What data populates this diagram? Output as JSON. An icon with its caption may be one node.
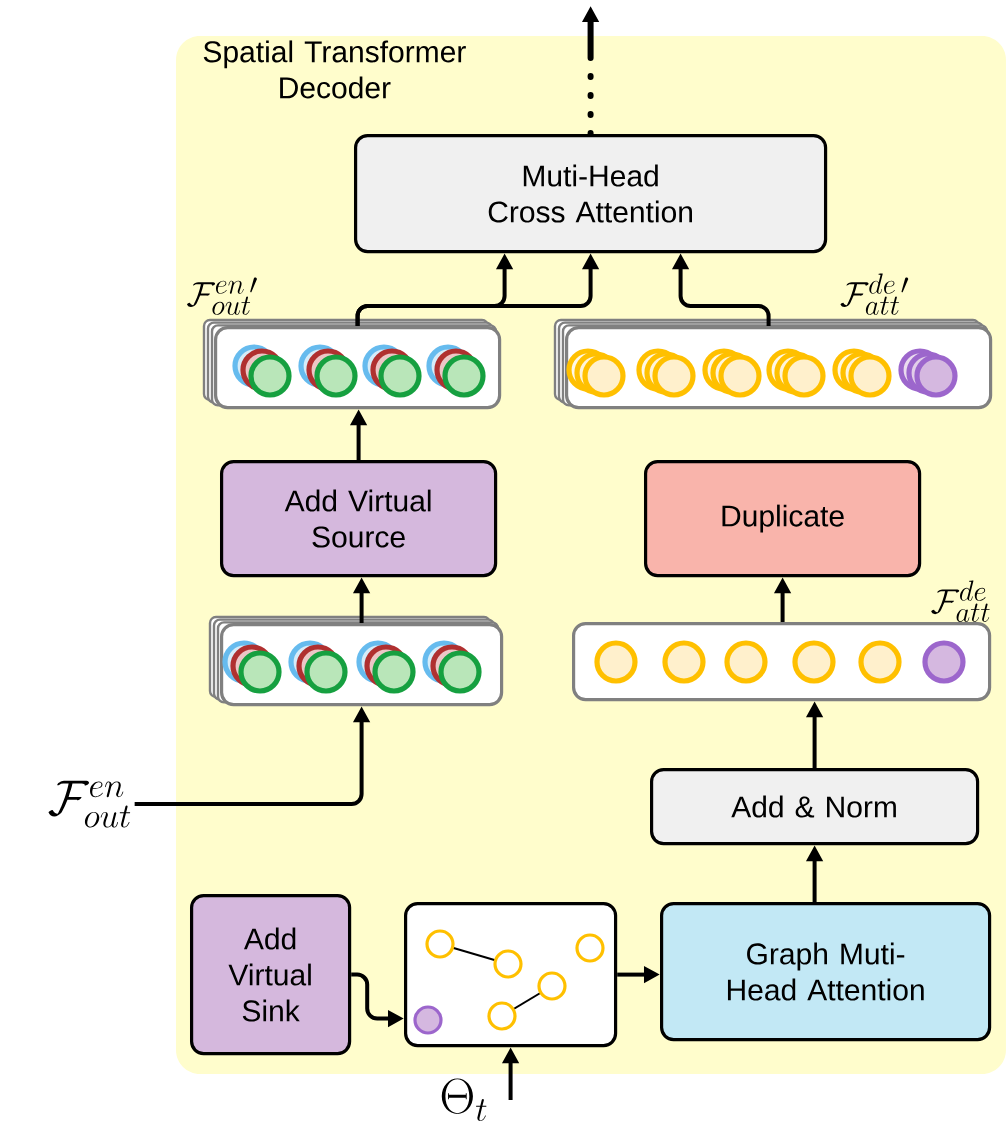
{
  "diagram": {
    "nodes": [
      {
        "text": [
          "Spatial Transformer Decoder"
        ]
      },
      {
        "text": [
          "Muti-Head Cross Attention"
        ],
        "in": 0
      },
      {
        "text": [],
        "shape": "box",
        "beside": [
          "\\mathcal{F}^{en\\,\\prime}_{out}"
        ],
        "in": 0
      },
      {
        "text": [],
        "shape": "box",
        "beside": [
          "\\mathcal{F}^{de\\,\\prime}_{att}"
        ],
        "in": 0
      },
      {
        "text": [
          "Add Virtual Source"
        ],
        "in": 0
      },
      {
        "text": [
          "Duplicate"
        ],
        "in": 0
      },
      {
        "text": [],
        "shape": "box",
        "in": 0
      },
      {
        "text": [],
        "shape": "box",
        "beside": [
          "\\mathcal{F}^{de}_{att}"
        ],
        "in": 0
      },
      {
        "text": [
          "Add & Norm"
        ],
        "in": 0
      },
      {
        "text": [
          "Add Virtual Sink"
        ],
        "in": 0
      },
      {
        "text": [],
        "shape": "box",
        "in": 0
      },
      {
        "text": [
          "Graph Muti-Head Attention"
        ],
        "in": 0
      },
      {
        "text": [
          "\\mathcal{F}^{en}_{out}"
        ]
      },
      {
        "text": [
          "\\Theta_t"
        ]
      }
    ],
    "edges": [
      {
        "from": 1,
        "to": null,
        "arrow": "to",
        "style": "dashed"
      },
      {
        "from": 2,
        "to": 1,
        "arrow": "to"
      },
      {
        "from": 2,
        "to": 1,
        "arrow": "to"
      },
      {
        "from": 3,
        "to": 1,
        "arrow": "to"
      },
      {
        "from": 4,
        "to": 2,
        "arrow": "to"
      },
      {
        "from": 6,
        "to": 4,
        "arrow": "to"
      },
      {
        "from": 12,
        "to": 6,
        "arrow": "to"
      },
      {
        "from": 7,
        "to": 5,
        "arrow": "to"
      },
      {
        "from": 8,
        "to": 7,
        "arrow": "to"
      },
      {
        "from": 11,
        "to": 8,
        "arrow": "to"
      },
      {
        "from": 10,
        "to": 11,
        "arrow": "to"
      },
      {
        "from": 9,
        "to": 10,
        "arrow": "to"
      },
      {
        "from": 13,
        "to": 10,
        "arrow": "to"
      }
    ]
  }
}
